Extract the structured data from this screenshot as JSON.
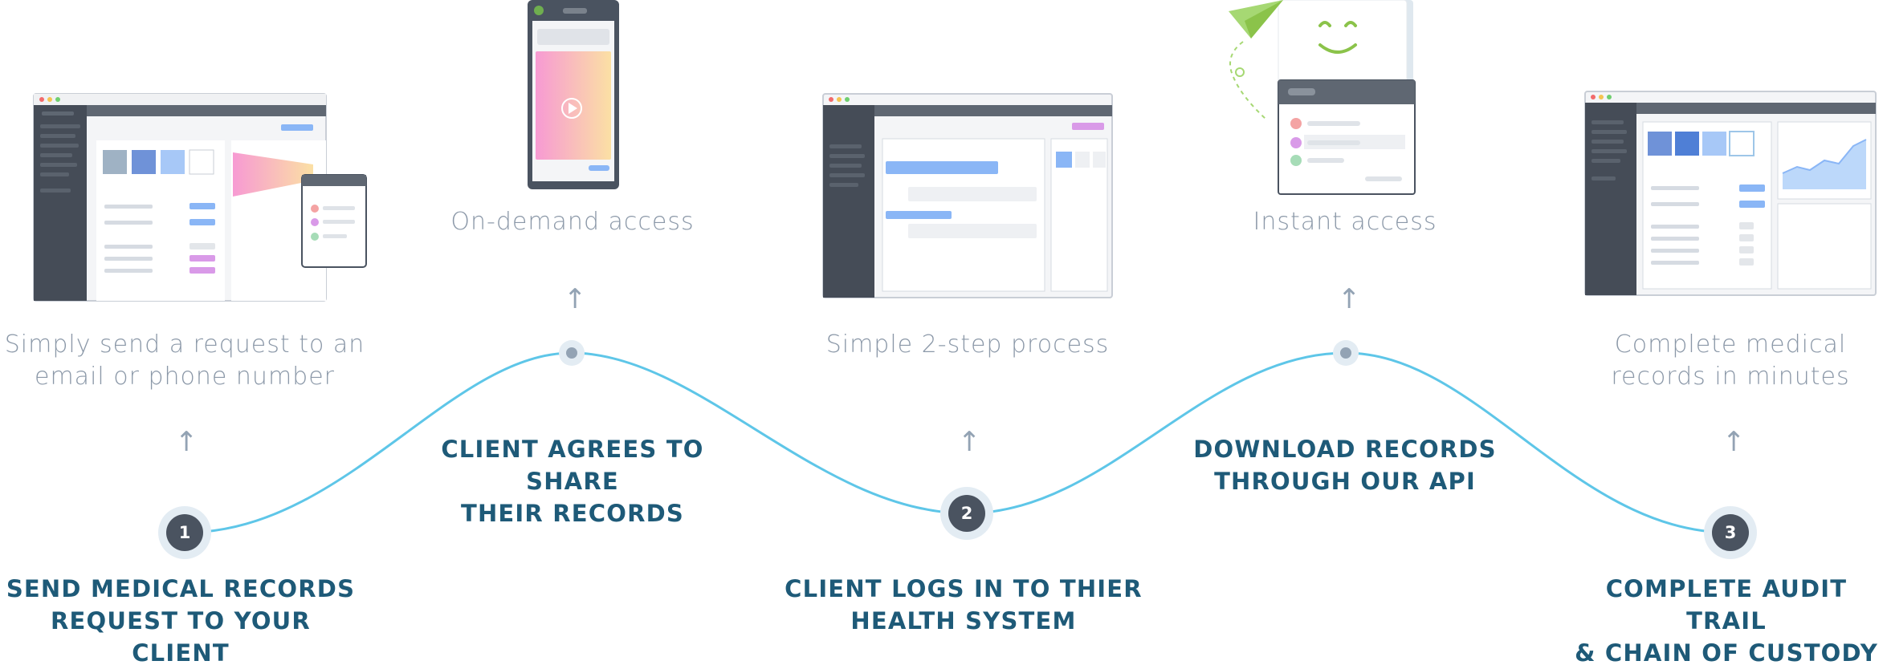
{
  "steps": [
    {
      "number": "1",
      "title_line1": "SEND MEDICAL RECORDS",
      "title_line2": "REQUEST TO YOUR CLIENT",
      "caption_line1": "Simply send a request to an",
      "caption_line2": "email or phone number"
    },
    {
      "number": "2",
      "title_line1": "CLIENT LOGS IN TO THIER",
      "title_line2": "HEALTH SYSTEM",
      "caption_line1": "Simple 2-step process",
      "caption_line2": ""
    },
    {
      "number": "3",
      "title_line1": "COMPLETE AUDIT TRAIL",
      "title_line2": "& CHAIN OF CUSTODY",
      "caption_line1": "Complete medical",
      "caption_line2": "records in minutes"
    }
  ],
  "midpoints": [
    {
      "title_line1": "CLIENT AGREES TO SHARE",
      "title_line2": "THEIR RECORDS",
      "caption": "On-demand access"
    },
    {
      "title_line1": "DOWNLOAD RECORDS",
      "title_line2": "THROUGH OUR API",
      "caption": "Instant access"
    }
  ],
  "colors": {
    "curve": "#5ec6e8",
    "title": "#1e5a78",
    "caption": "#8b98a8",
    "badge": "#4a5360",
    "sidebar": "#454c57",
    "pink": "#f79ad3",
    "peach": "#fbe0a4",
    "blue": "#8ab6f6",
    "purple": "#d99ae8",
    "paper_plane": "#a6d873",
    "smile": "#8bc34a"
  },
  "icons": [
    "paper-plane-icon",
    "smile-icon",
    "play-icon",
    "arrow-up-icon"
  ]
}
